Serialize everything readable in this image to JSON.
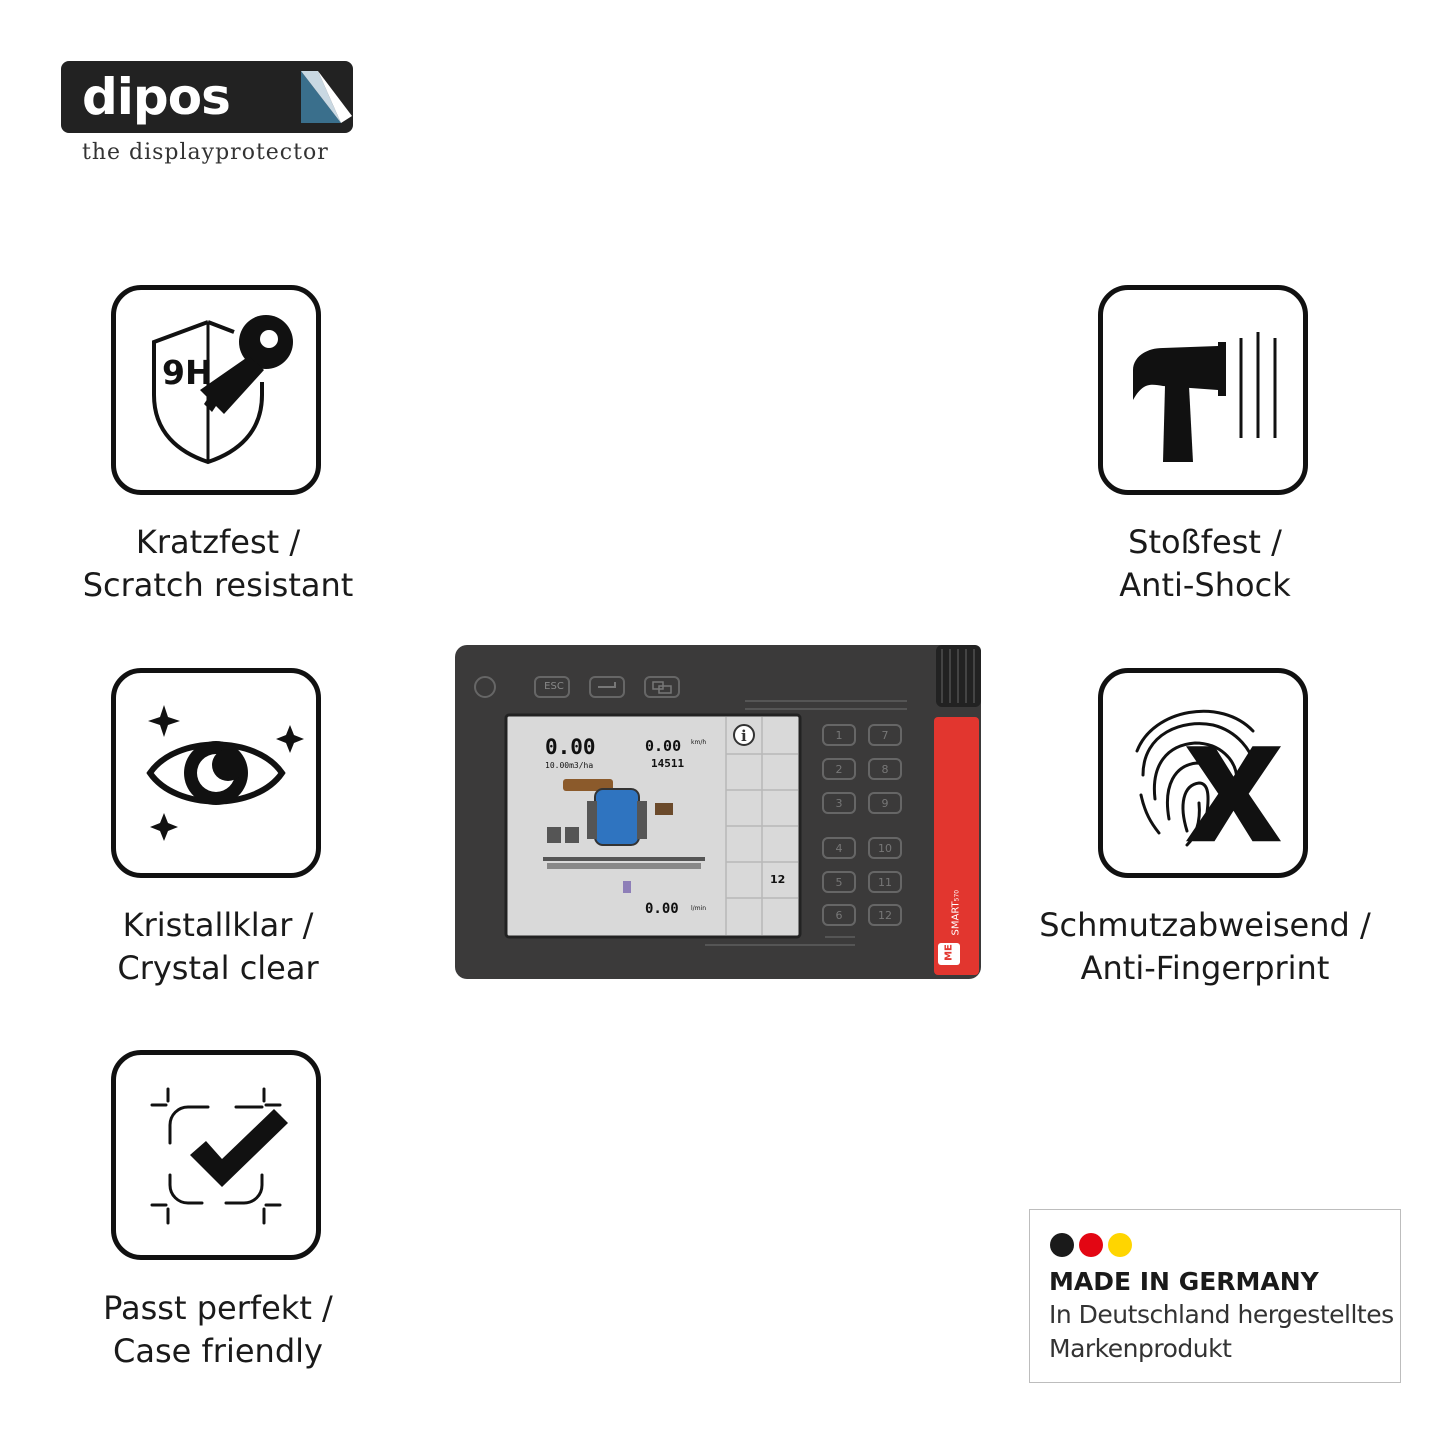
{
  "logo": {
    "brand": "dipos",
    "tagline": "the displayprotector"
  },
  "features": [
    {
      "id": "scratch",
      "icon": "shield-key-icon",
      "badge": "9H",
      "line1": "Kratzfest /",
      "line2": "Scratch resistant"
    },
    {
      "id": "shock",
      "icon": "hammer-icon",
      "line1": "Stoßfest /",
      "line2": "Anti-Shock"
    },
    {
      "id": "clear",
      "icon": "eye-sparkle-icon",
      "line1": "Kristallklar /",
      "line2": "Crystal clear"
    },
    {
      "id": "fingerprint",
      "icon": "fingerprint-x-icon",
      "line1": "Schmutzabweisend /",
      "line2": "Anti-Fingerprint"
    },
    {
      "id": "fit",
      "icon": "checkmark-frame-icon",
      "line1": "Passt perfekt /",
      "line2": "Case friendly"
    }
  ],
  "device": {
    "buttons": {
      "esc": "ESC"
    },
    "readouts": {
      "amount": "0.00",
      "speed": "0.00",
      "speed_unit": "km/h",
      "rate": "10.00m3/ha",
      "counter": "14511",
      "flow": "0.00",
      "flow_unit": "l/min"
    },
    "softkey_numbers": [
      "1",
      "2",
      "3",
      "4",
      "5",
      "6",
      "7",
      "8",
      "9",
      "10",
      "11",
      "12"
    ],
    "side_label": "SMART",
    "side_model": "570",
    "side_logo": "ME",
    "screen_icon_number": "12"
  },
  "made_in": {
    "title": "MADE IN GERMANY",
    "line1": "In Deutschland hergestelltes",
    "line2": "Markenprodukt",
    "colors": [
      "#1a1a1a",
      "#e30613",
      "#ffd500"
    ]
  },
  "colors": {
    "device_body": "#3b3a3a",
    "accent_red": "#e2362f",
    "screen": "#d9d9d9"
  }
}
